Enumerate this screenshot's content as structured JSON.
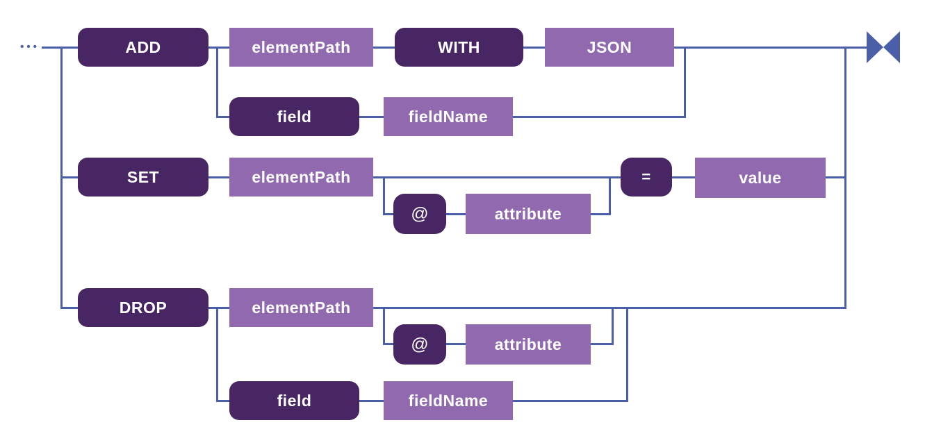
{
  "colors": {
    "keyword_bg": "#472663",
    "operand_bg": "#9069ae",
    "line": "#4a5fa8",
    "label_text": "#ffffff",
    "background": "#ffffff"
  },
  "icons": {
    "start_ellipsis": "•••",
    "end_terminator": "bowtie-icon"
  },
  "rows": {
    "add": {
      "keyword": "ADD",
      "element_path": "elementPath",
      "with_keyword": "WITH",
      "json": "JSON"
    },
    "add_field": {
      "field_keyword": "field",
      "field_name": "fieldName"
    },
    "set": {
      "keyword": "SET",
      "element_path": "elementPath",
      "equals": "=",
      "value": "value"
    },
    "set_attribute": {
      "at_sign": "@",
      "attribute": "attribute"
    },
    "drop": {
      "keyword": "DROP",
      "element_path": "elementPath"
    },
    "drop_attribute": {
      "at_sign": "@",
      "attribute": "attribute"
    },
    "drop_field": {
      "field_keyword": "field",
      "field_name": "fieldName"
    }
  }
}
